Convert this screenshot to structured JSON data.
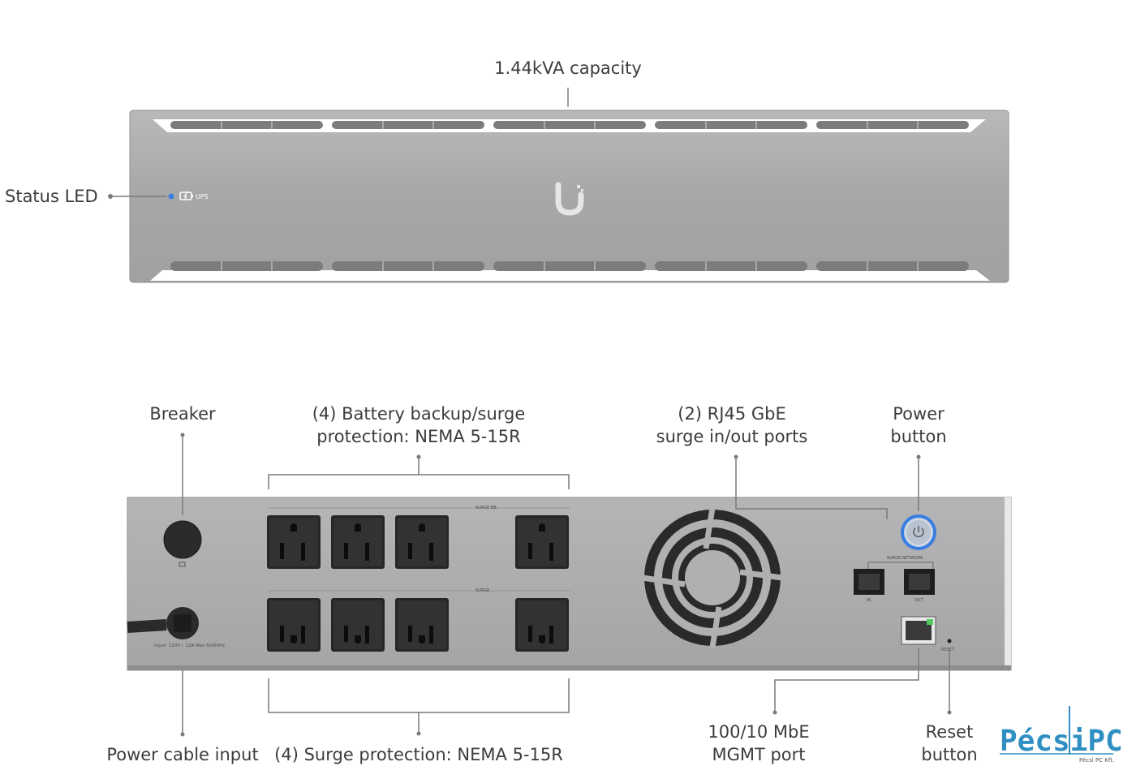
{
  "front": {
    "capacity_label": "1.44kVA capacity",
    "status_label": "Status LED",
    "ups_text": "UPS"
  },
  "rear": {
    "breaker_label": "Breaker",
    "battery_label_line1": "(4) Battery backup/surge",
    "battery_label_line2": "protection: NEMA 5-15R",
    "rj45_label_line1": "(2) RJ45 GbE",
    "rj45_label_line2": "surge in/out ports",
    "power_label_line1": "Power",
    "power_label_line2": "button",
    "power_input_label": "Power cable input",
    "surge_label": "(4) Surge protection: NEMA 5-15R",
    "mgmt_label_line1": "100/10 MbE",
    "mgmt_label_line2": "MGMT port",
    "reset_label_line1": "Reset",
    "reset_label_line2": "button",
    "panel_text": {
      "surge_bb": "SURGE BB",
      "surge": "SURGE",
      "surge_network": "SURGE NETWORK",
      "in": "IN",
      "out": "OUT",
      "reset": "RESET",
      "input_rating": "Input: 120V~ 12A Max 50/60Hz"
    }
  },
  "logo": {
    "name": "PécsiPC",
    "sub": "Pécsi PC Kft."
  },
  "colors": {
    "chassis": "#a9a9ab",
    "chassis_dark": "#8f8f91",
    "outlet": "#2a2a2a",
    "led_blue": "#3a7de0",
    "logo_blue": "#2f8fc2",
    "line": "#7a7a7a"
  }
}
